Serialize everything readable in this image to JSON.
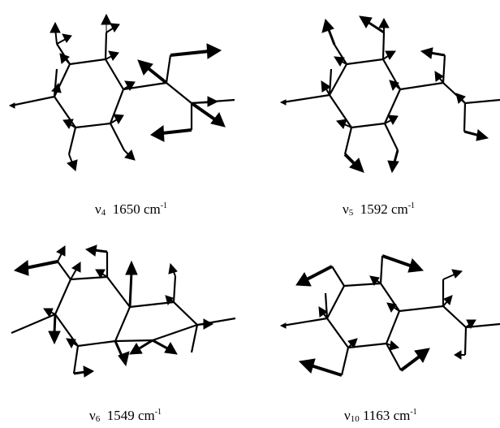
{
  "figure": {
    "panels": [
      {
        "id": "v4",
        "mode_symbol": "ν",
        "mode_index": "4",
        "frequency": "1650",
        "unit_base": "cm",
        "unit_exponent": "-1"
      },
      {
        "id": "v5",
        "mode_symbol": "ν",
        "mode_index": "5",
        "frequency": "1592",
        "unit_base": "cm",
        "unit_exponent": "-1"
      },
      {
        "id": "v6",
        "mode_symbol": "ν",
        "mode_index": "6",
        "frequency": "1549",
        "unit_base": "cm",
        "unit_exponent": "-1"
      },
      {
        "id": "v10",
        "mode_symbol": "ν",
        "mode_index": "10",
        "frequency": "1163",
        "unit_base": "cm",
        "unit_exponent": "-1"
      }
    ],
    "colors": {
      "ink": "#000000",
      "background": "#ffffff"
    }
  }
}
